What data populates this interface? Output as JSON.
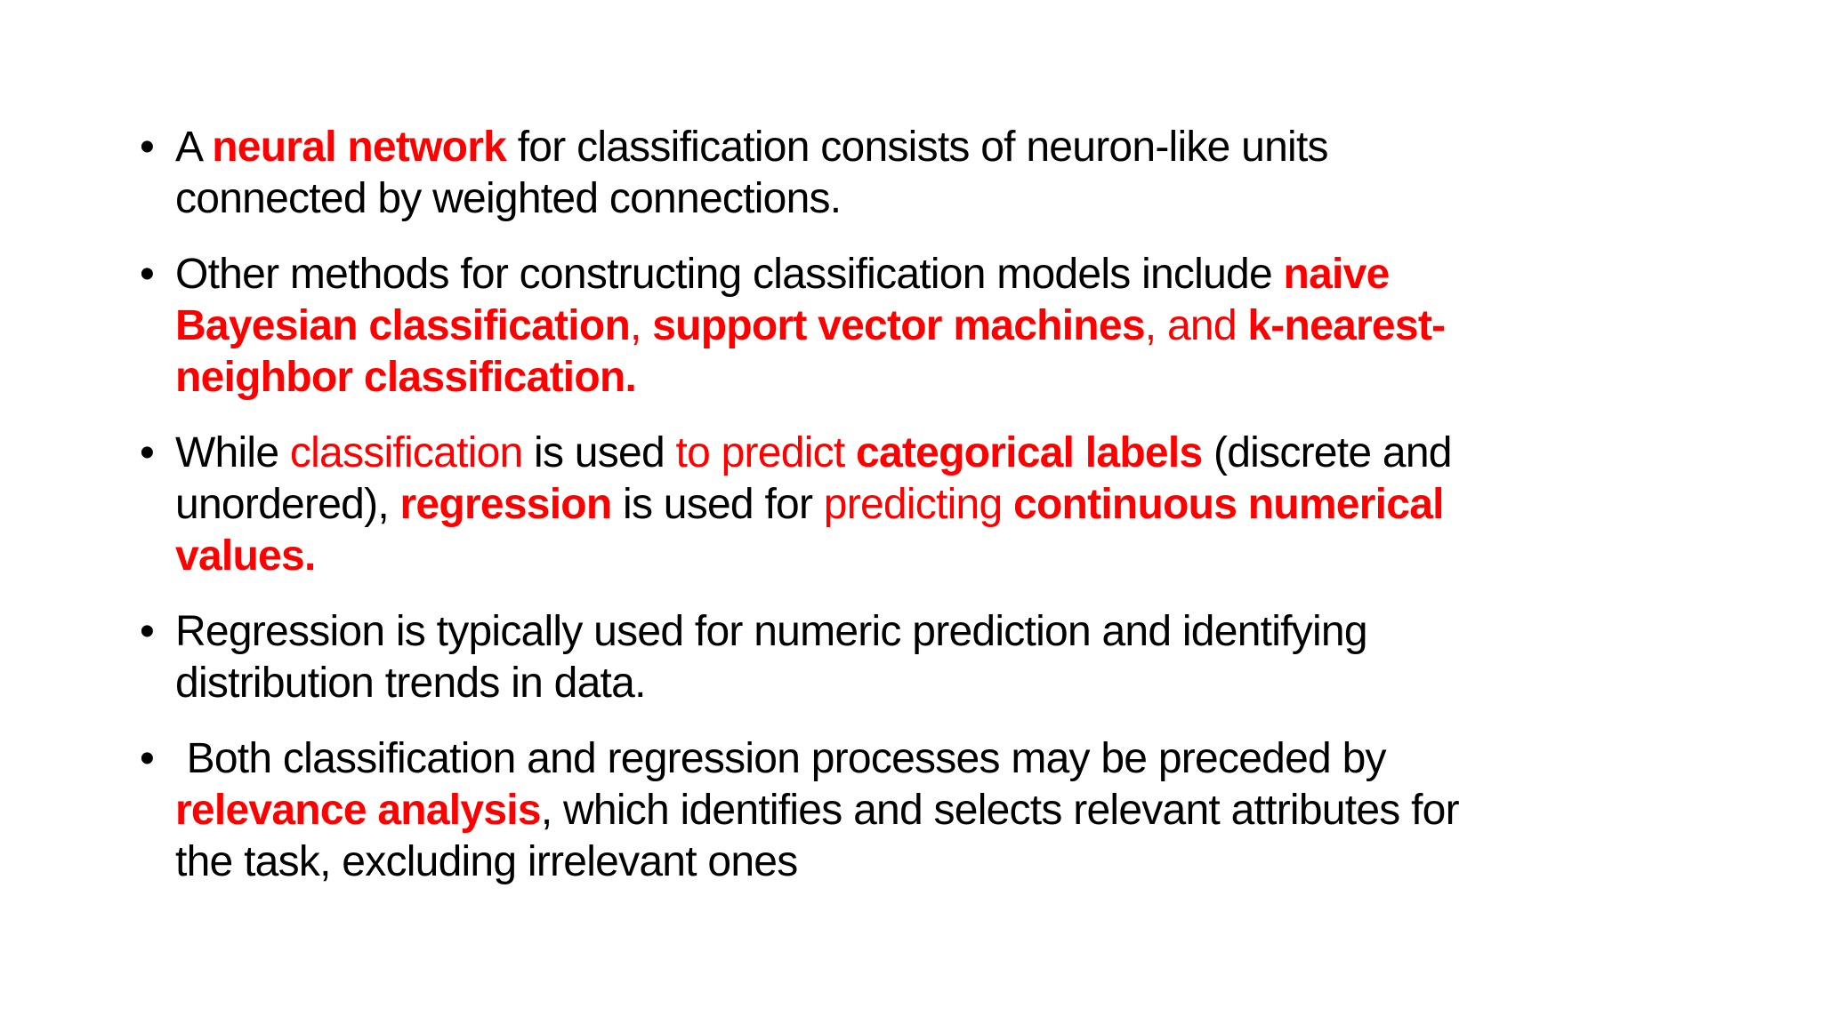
{
  "slide": {
    "background_color": "#ffffff",
    "text_color": "#000000",
    "accent_color": "#ff0000",
    "bullet_glyph": "•",
    "styles": {
      "black": {
        "color": "#000000",
        "bold": false
      },
      "red": {
        "color": "#ff0000",
        "bold": false
      },
      "red-bold": {
        "color": "#ff0000",
        "bold": true
      }
    },
    "bullets": [
      {
        "segments": [
          {
            "text": "A ",
            "style": "black"
          },
          {
            "text": "neural network",
            "style": "red-bold"
          },
          {
            "text": " for classification consists of neuron-like units\nconnected by weighted connections.",
            "style": "black"
          }
        ]
      },
      {
        "segments": [
          {
            "text": "Other methods for constructing classification models include ",
            "style": "black"
          },
          {
            "text": "naive\nBayesian classification",
            "style": "red-bold"
          },
          {
            "text": ", ",
            "style": "red"
          },
          {
            "text": "support vector machines",
            "style": "red-bold"
          },
          {
            "text": ", and ",
            "style": "red"
          },
          {
            "text": "k-nearest-\nneighbor classification.",
            "style": "red-bold"
          }
        ]
      },
      {
        "segments": [
          {
            "text": "While ",
            "style": "black"
          },
          {
            "text": "classification",
            "style": "red"
          },
          {
            "text": " is used ",
            "style": "black"
          },
          {
            "text": "to predict ",
            "style": "red"
          },
          {
            "text": "categorical labels",
            "style": "red-bold"
          },
          {
            "text": " (discrete and\nunordered), ",
            "style": "black"
          },
          {
            "text": "regression",
            "style": "red-bold"
          },
          {
            "text": " is used for ",
            "style": "black"
          },
          {
            "text": "predicting ",
            "style": "red"
          },
          {
            "text": "continuous numerical\nvalues.",
            "style": "red-bold"
          }
        ]
      },
      {
        "segments": [
          {
            "text": "Regression is typically used for numeric prediction and identifying\ndistribution trends in data.",
            "style": "black"
          }
        ]
      },
      {
        "segments": [
          {
            "text": " Both classification and regression processes may be preceded by\n",
            "style": "black"
          },
          {
            "text": "relevance analysis",
            "style": "red-bold"
          },
          {
            "text": ", which identifies and selects relevant attributes for\nthe task, excluding irrelevant ones",
            "style": "black"
          }
        ]
      }
    ]
  }
}
